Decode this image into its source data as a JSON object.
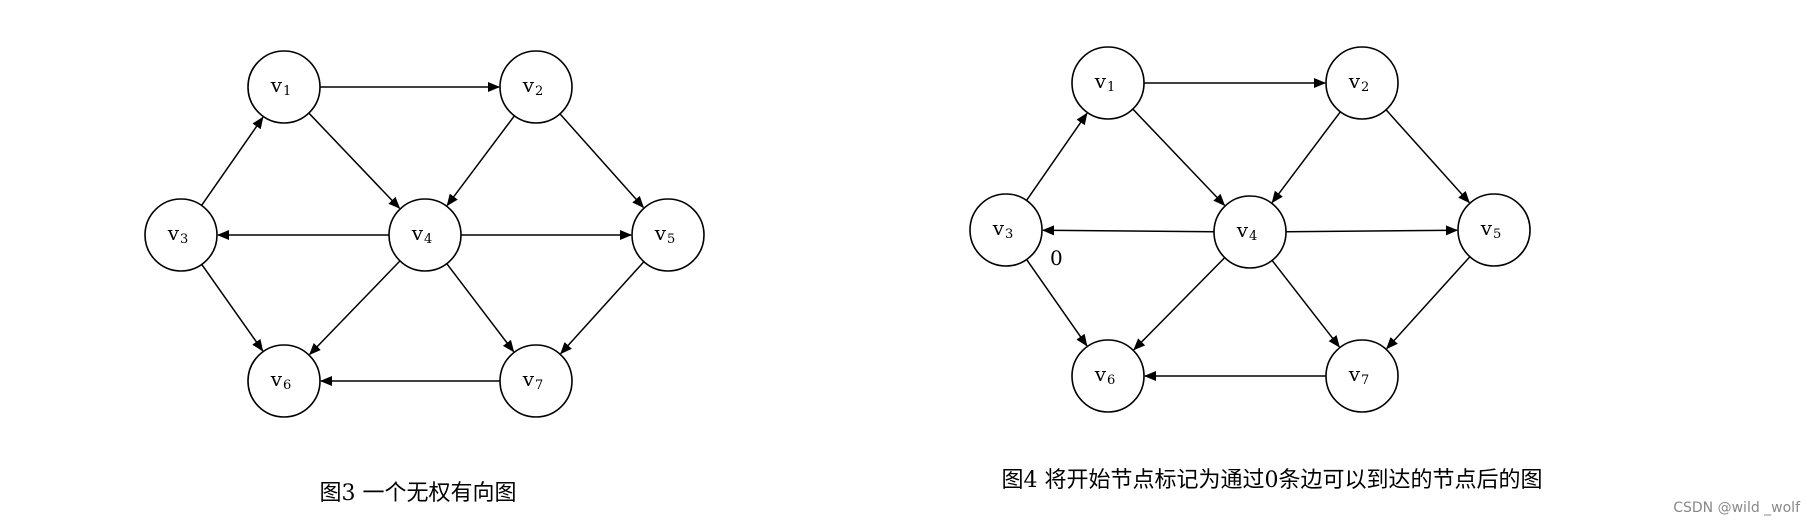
{
  "node_letter": "v",
  "arrow_color": "#000000",
  "diagrams": [
    {
      "caption": "图3  一个无权有向图",
      "annotation": "",
      "nodes": [
        {
          "id": "1",
          "sub": "1"
        },
        {
          "id": "2",
          "sub": "2"
        },
        {
          "id": "3",
          "sub": "3"
        },
        {
          "id": "4",
          "sub": "4"
        },
        {
          "id": "5",
          "sub": "5"
        },
        {
          "id": "6",
          "sub": "6"
        },
        {
          "id": "7",
          "sub": "7"
        }
      ],
      "edges": [
        {
          "from": "1",
          "to": "2"
        },
        {
          "from": "1",
          "to": "4"
        },
        {
          "from": "2",
          "to": "4"
        },
        {
          "from": "2",
          "to": "5"
        },
        {
          "from": "3",
          "to": "1"
        },
        {
          "from": "3",
          "to": "6"
        },
        {
          "from": "4",
          "to": "3"
        },
        {
          "from": "4",
          "to": "5"
        },
        {
          "from": "4",
          "to": "6"
        },
        {
          "from": "4",
          "to": "7"
        },
        {
          "from": "5",
          "to": "7"
        },
        {
          "from": "7",
          "to": "6"
        }
      ]
    },
    {
      "caption": "图4  将开始节点标记为通过0条边可以到达的节点后的图",
      "annotation": "0",
      "nodes": [
        {
          "id": "1",
          "sub": "1"
        },
        {
          "id": "2",
          "sub": "2"
        },
        {
          "id": "3",
          "sub": "3"
        },
        {
          "id": "4",
          "sub": "4"
        },
        {
          "id": "5",
          "sub": "5"
        },
        {
          "id": "6",
          "sub": "6"
        },
        {
          "id": "7",
          "sub": "7"
        }
      ],
      "edges": [
        {
          "from": "1",
          "to": "2"
        },
        {
          "from": "1",
          "to": "4"
        },
        {
          "from": "2",
          "to": "4"
        },
        {
          "from": "2",
          "to": "5"
        },
        {
          "from": "3",
          "to": "1"
        },
        {
          "from": "3",
          "to": "6"
        },
        {
          "from": "4",
          "to": "3"
        },
        {
          "from": "4",
          "to": "5"
        },
        {
          "from": "4",
          "to": "6"
        },
        {
          "from": "4",
          "to": "7"
        },
        {
          "from": "5",
          "to": "7"
        },
        {
          "from": "7",
          "to": "6"
        }
      ]
    }
  ],
  "watermark": "CSDN @wild _wolf"
}
